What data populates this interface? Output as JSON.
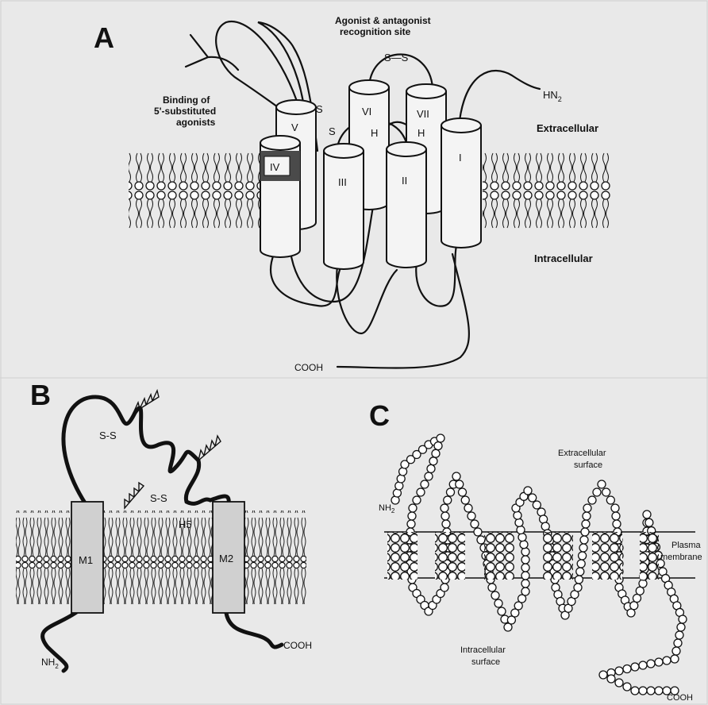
{
  "panel_a": {
    "letter": "A",
    "recognition_site_line1": "Agonist & antagonist",
    "recognition_site_line2": "recognition site",
    "binding_line1": "Binding of",
    "binding_line2": "5'-substituted",
    "binding_line3": "agonists",
    "extracellular": "Extracellular",
    "intracellular": "Intracellular",
    "n_terminus": "HN",
    "n_terminus_sub": "2",
    "c_terminus": "COOH",
    "helices": [
      "I",
      "II",
      "III",
      "IV",
      "V",
      "VI",
      "VII"
    ],
    "disulfide": "S—S",
    "s_label": "S",
    "h_label": "H"
  },
  "panel_b": {
    "letter": "B",
    "ss_label": "S-S",
    "h5": "H5",
    "m1": "M1",
    "m2": "M2",
    "n_terminus": "NH",
    "n_terminus_sub": "2",
    "c_terminus": "COOH"
  },
  "panel_c": {
    "letter": "C",
    "extracellular_line1": "Extracellular",
    "extracellular_line2": "surface",
    "intracellular_line1": "Intracellular",
    "intracellular_line2": "surface",
    "plasma_line1": "Plasma",
    "plasma_line2": "membrane",
    "n_terminus": "NH",
    "n_terminus_sub": "2",
    "c_terminus": "COOH"
  }
}
